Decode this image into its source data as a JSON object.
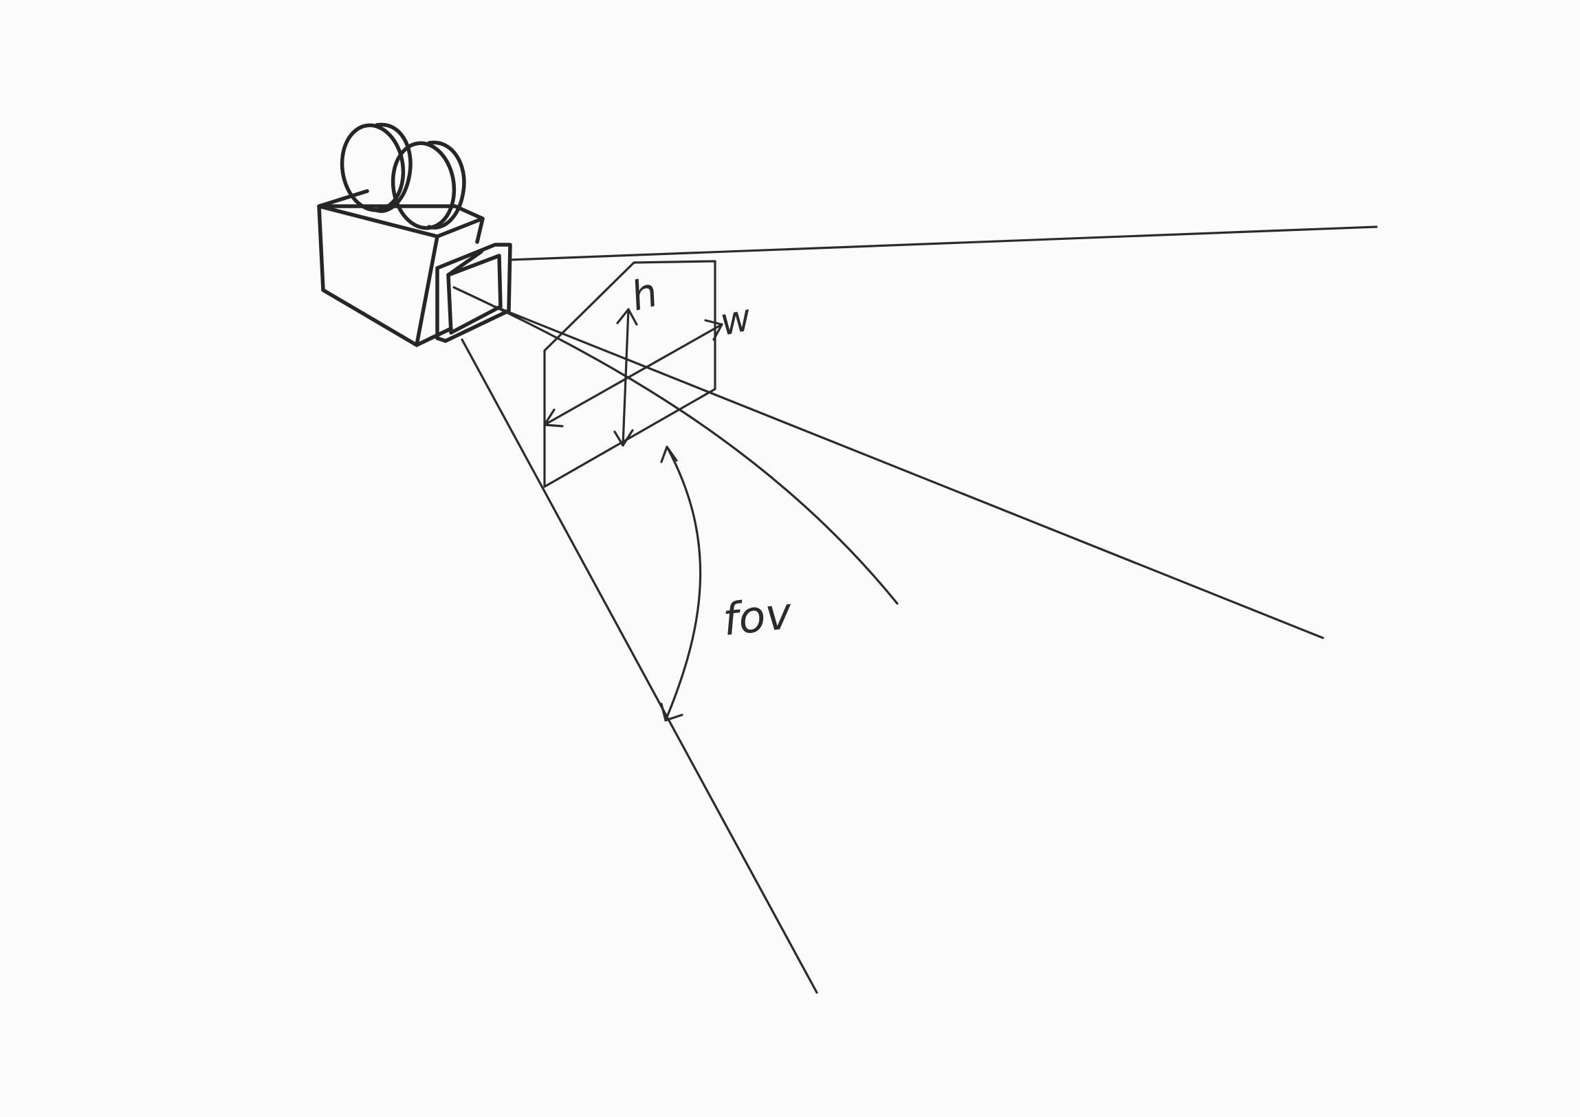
{
  "diagram": {
    "labels": {
      "height": "h",
      "width": "w",
      "field_of_view": "fov"
    },
    "colors": {
      "paper": "#fbfbfb",
      "ink": "#2b2b2b"
    },
    "icons": {
      "camera": "movie-camera-icon"
    }
  }
}
